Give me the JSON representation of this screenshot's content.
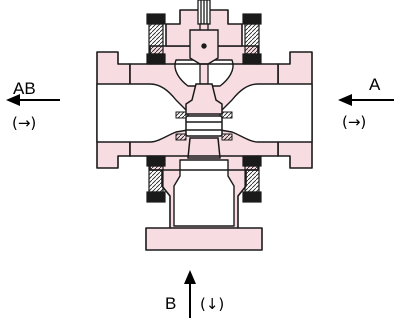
{
  "ports": {
    "left": {
      "label": "AB",
      "reverse": "(→)"
    },
    "right": {
      "label": "A",
      "reverse": "(→)"
    },
    "bottom": {
      "label": "B",
      "reverse": "(↓)"
    }
  },
  "colors": {
    "body_fill": "#f7dde2",
    "outline": "#1a1a1a",
    "background": "#ffffff"
  }
}
